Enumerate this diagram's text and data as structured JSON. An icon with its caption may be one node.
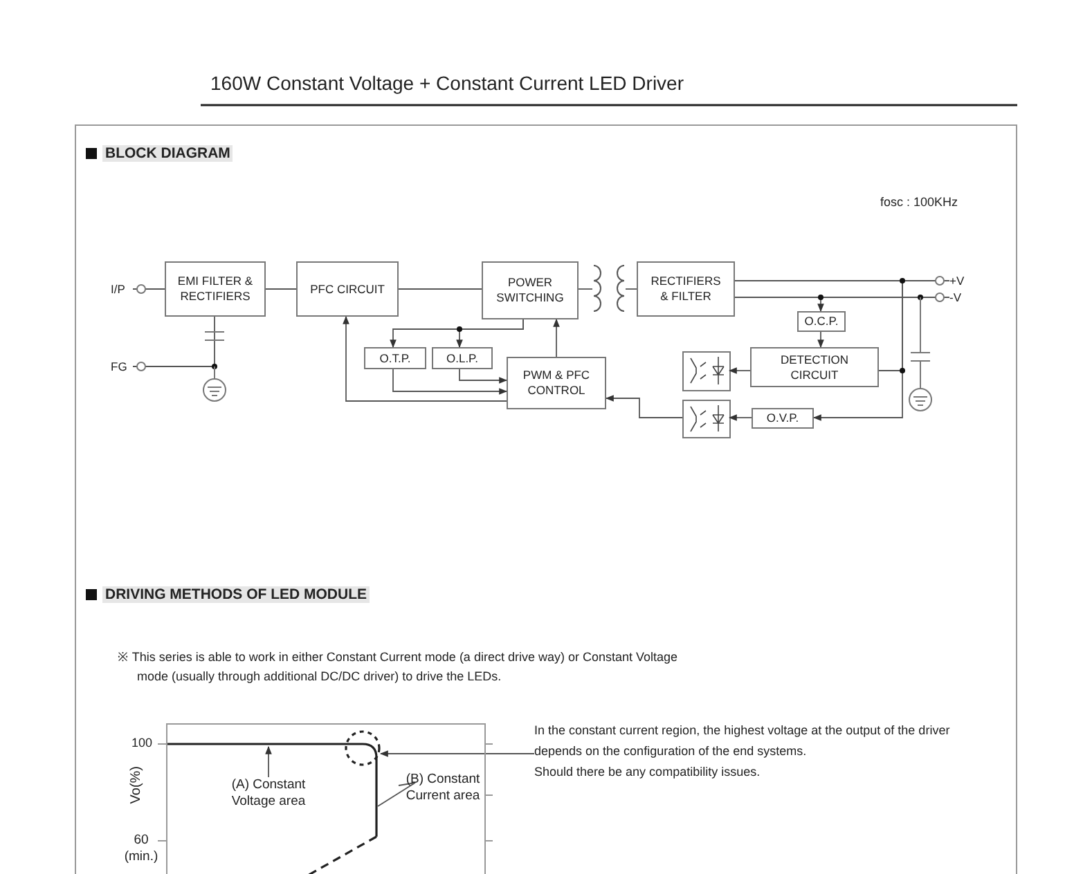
{
  "diagram": {
    "title": "160W Constant Voltage + Constant Current LED Driver",
    "nodes": [
      {
        "text": [
          "I/P"
        ]
      },
      {
        "text": [
          "EMI FILTER & RECTIFIERS"
        ]
      },
      {
        "text": [
          "PFC CIRCUIT"
        ]
      },
      {
        "text": [
          "POWER SWITCHING"
        ]
      },
      {
        "text": [],
        "shape": "coil"
      },
      {
        "text": [
          "RECTIFIERS & FILTER"
        ]
      },
      {
        "text": [
          "O.T.P."
        ]
      },
      {
        "text": [
          "O.L.P."
        ]
      },
      {
        "text": [
          "PWM & PFC CONTROL"
        ]
      },
      {
        "text": [
          "O.C.P."
        ]
      },
      {
        "text": [
          "DETECTION CIRCUIT"
        ]
      },
      {
        "text": [],
        "shape": "optocoupler"
      },
      {
        "text": [],
        "shape": "optocoupler"
      },
      {
        "text": [
          "O.V.P."
        ]
      },
      {
        "text": [
          "+V"
        ]
      },
      {
        "text": [
          "-V"
        ]
      },
      {
        "text": [
          "FG"
        ]
      },
      {
        "text": [
          "(A) Constant Voltage area"
        ]
      },
      {
        "text": [
          "(B) Constant Current area"
        ]
      },
      {
        "text": [],
        "shape": "circle"
      },
      {
        "text": [
          "In the constant current region, the highest voltage at the output of the driver depends on the configuration of the end systems."
        ]
      }
    ],
    "edges": [
      {
        "from": 0,
        "to": 1,
        "arrow": "none"
      },
      {
        "from": 1,
        "to": 2,
        "arrow": "none"
      },
      {
        "from": 2,
        "to": 3,
        "arrow": "none"
      },
      {
        "from": 3,
        "to": 4,
        "arrow": "none"
      },
      {
        "from": 4,
        "to": 5,
        "arrow": "none"
      },
      {
        "from": 5,
        "to": 14,
        "arrow": "none"
      },
      {
        "from": 5,
        "to": 15,
        "arrow": "none"
      },
      {
        "from": 1,
        "to": 16,
        "arrow": "none"
      },
      {
        "from": 3,
        "to": 6,
        "arrow": "to"
      },
      {
        "from": 3,
        "to": 7,
        "arrow": "to"
      },
      {
        "from": 6,
        "to": 8,
        "arrow": "to"
      },
      {
        "from": 7,
        "to": 8,
        "arrow": "to"
      },
      {
        "from": 8,
        "to": 2,
        "arrow": "to"
      },
      {
        "from": 8,
        "to": 3,
        "arrow": "to"
      },
      {
        "from": 5,
        "to": 9,
        "arrow": "to"
      },
      {
        "from": 9,
        "to": 10,
        "arrow": "to"
      },
      {
        "from": 10,
        "to": 11,
        "arrow": "to"
      },
      {
        "from": 13,
        "to": 12,
        "arrow": "to"
      },
      {
        "from": 12,
        "to": 8,
        "arrow": "to"
      },
      {
        "from": 5,
        "to": 10,
        "arrow": "none"
      },
      {
        "from": 5,
        "to": 13,
        "arrow": "to"
      },
      {
        "from": 20,
        "to": 19,
        "arrow": "to"
      },
      {
        "from": 17,
        "to": null,
        "arrow": "to"
      },
      {
        "from": 18,
        "to": null,
        "arrow": "none"
      }
    ],
    "labels": [
      "BLOCK DIAGRAM",
      "fosc : 100KHz",
      "DRIVING METHODS OF LED MODULE",
      "※ This series is able to work in either Constant Current mode (a direct drive way) or Constant Voltage mode (usually through additional DC/DC driver) to drive the LEDs.",
      "100",
      "Vo(%)",
      "60 (min.)",
      "Should there be any compatibility issues."
    ]
  }
}
